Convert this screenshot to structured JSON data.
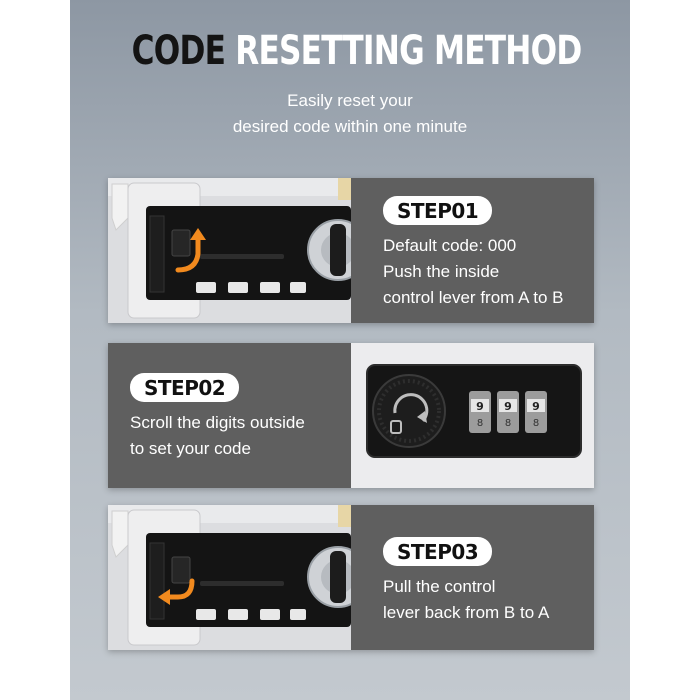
{
  "header": {
    "title_dark": "CODE",
    "title_light": "RESETTING METHOD",
    "subtitle_line1": "Easily reset your",
    "subtitle_line2": "desired code within one minute"
  },
  "steps": [
    {
      "badge": "STEP01",
      "lines": [
        "Default code: 000",
        "Push the inside",
        "control lever from A to B"
      ]
    },
    {
      "badge": "STEP02",
      "lines": [
        "Scroll the digits outside",
        "to set your code"
      ]
    },
    {
      "badge": "STEP03",
      "lines": [
        "Pull the control",
        "lever back from B to A"
      ]
    }
  ],
  "dial_digits": [
    "9",
    "8",
    "9",
    "8",
    "9",
    "8"
  ],
  "colors": {
    "background": "#9aa3ad",
    "card": "#5f5f5f",
    "badge": "#ffffff",
    "accent_arrow": "#f28a1e"
  },
  "icons": [
    "lock-lever-photo",
    "combination-dial-photo",
    "orange-arrow-icon"
  ]
}
